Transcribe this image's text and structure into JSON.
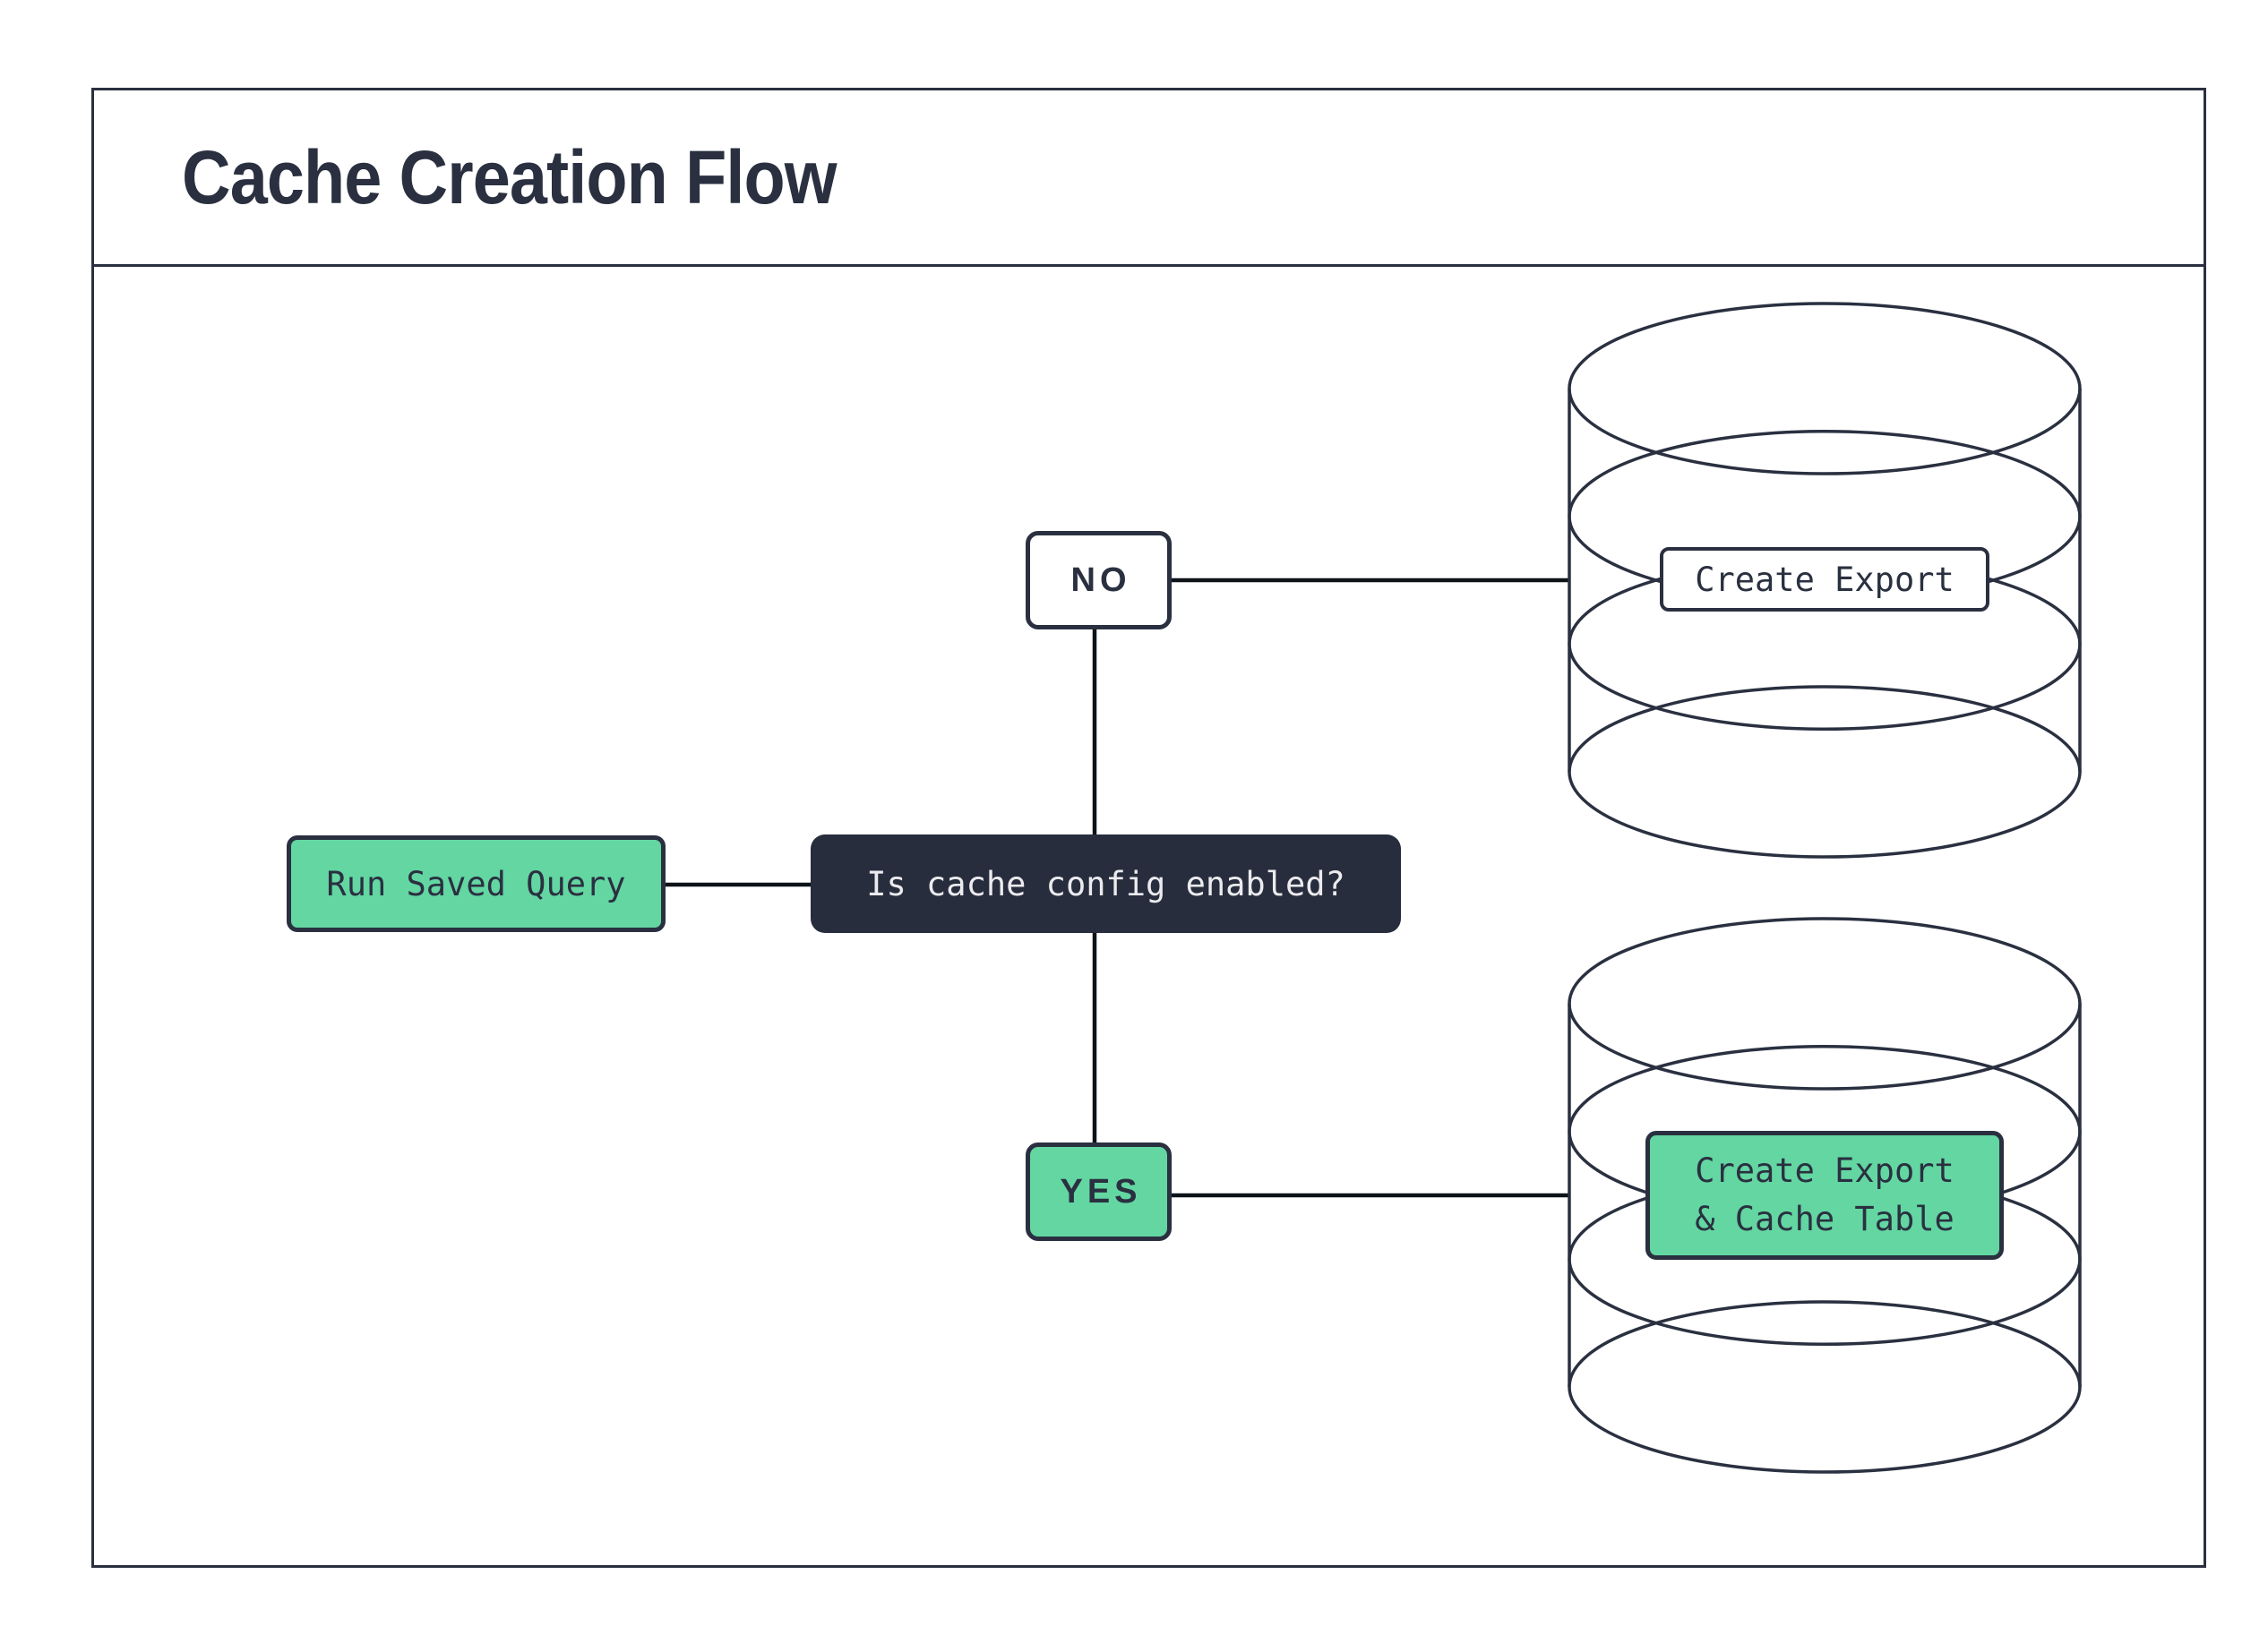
{
  "header": {
    "title": "Cache Creation Flow"
  },
  "flow": {
    "start": {
      "label": "Run Saved Query"
    },
    "decision": {
      "label": "Is cache config enabled?"
    },
    "branches": {
      "no": {
        "label": "NO",
        "result": {
          "label": "Create Export"
        }
      },
      "yes": {
        "label": "YES",
        "result": {
          "line1": "Create Export",
          "line2": "& Cache Table"
        }
      }
    }
  },
  "icons": {
    "no_target": "database-cylinder-icon",
    "yes_target": "database-cylinder-icon"
  },
  "colors": {
    "ink": "#2a3040",
    "green": "#63d6a2",
    "dark": "#272d3d",
    "line": "#0e1219",
    "light-text": "#ebebee",
    "paper": "#ffffff"
  }
}
